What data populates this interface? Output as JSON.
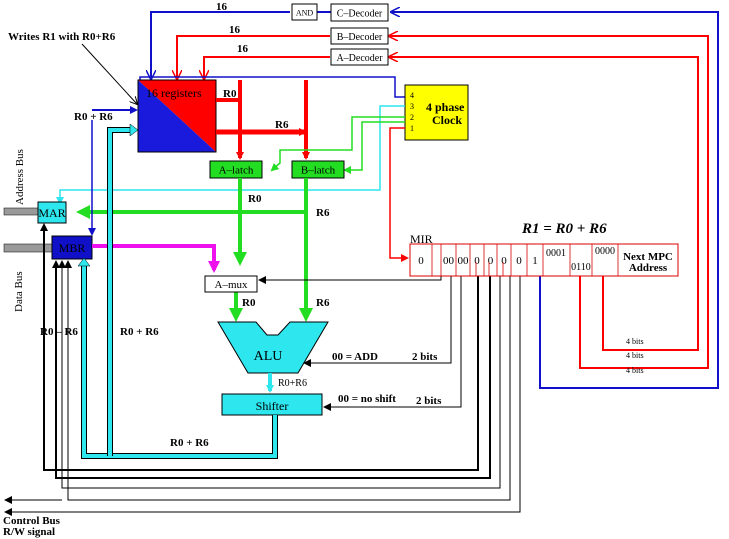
{
  "colors": {
    "red": "#ff0000",
    "darkred": "#d80000",
    "blue": "#1010c8",
    "darkblue": "#0000aa",
    "green": "#22dd22",
    "cyan": "#2ee6ee",
    "magenta": "#ee11ee",
    "yellow": "#ffff00",
    "gray": "#9a9a9a"
  },
  "labels": {
    "writes_r1": "Writes R1 with R0+R6",
    "registers": "16 registers",
    "and_gate": "AND",
    "c_decoder": "C–Decoder",
    "b_decoder": "B–Decoder",
    "a_decoder": "A–Decoder",
    "width_16": "16",
    "clock_line1": "4 phase",
    "clock_line2": "Clock",
    "phase_4": "4",
    "phase_3": "3",
    "phase_2": "2",
    "phase_1": "1",
    "a_latch": "A–latch",
    "b_latch": "B–latch",
    "mar": "MAR",
    "mbr": "MBR",
    "a_mux": "A–mux",
    "alu": "ALU",
    "shifter": "Shifter",
    "mir": "MIR",
    "equation": "R1 = R0 + R6",
    "r0": "R0",
    "r6": "R6",
    "r0_plus_r6": "R0 + R6",
    "r0_plus_r6_small": "R0+R6",
    "r0_minus_r6": "R0 – R6",
    "alu_code": "00 = ADD",
    "shift_code": "00 = no shift",
    "two_bits": "2 bits",
    "four_bits": "4 bits",
    "address_bus": "Address Bus",
    "data_bus": "Data Bus",
    "control_bus": "Control Bus",
    "rw_signal": "R/W signal",
    "next_mpc_line1": "Next MPC",
    "next_mpc_line2": "Address"
  },
  "mir_fields": [
    "0",
    "00",
    "00",
    "0",
    "0",
    "0",
    "0",
    "1"
  ],
  "mir_c_field": "0001",
  "mir_b_field": "0110",
  "mir_a_field": "0000"
}
